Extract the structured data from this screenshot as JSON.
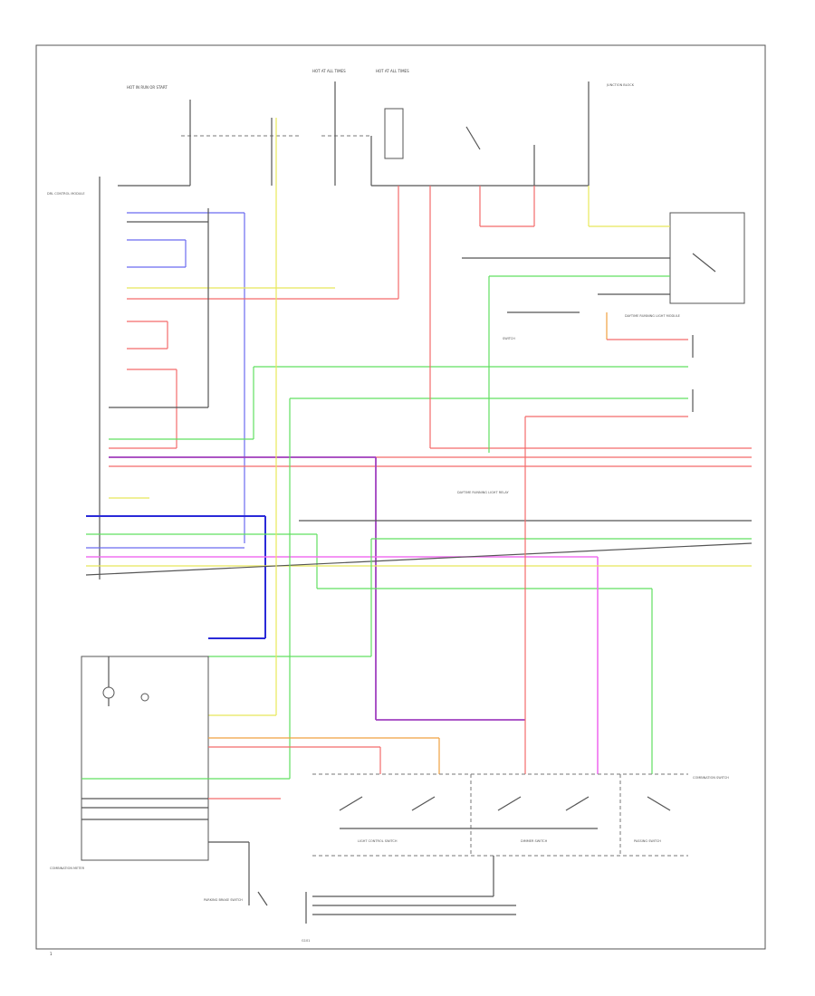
{
  "labels": {
    "hot_in_run_left": "HOT IN RUN OR START",
    "hot_at_all_times": "HOT AT ALL TIMES",
    "hot_at_all_times_2": "HOT AT ALL TIMES",
    "relay_box": "DAYTIME RUNNING LIGHT RELAY",
    "junction_right": "JUNCTION BLOCK",
    "left_connector_block": "DRL CONTROL MODULE",
    "mid_connector": "SWITCH",
    "daytime_module": "DAYTIME RUNNING LIGHT MODULE",
    "parking_brake": "PARKING BRAKE SWITCH",
    "combination_meter": "COMBINATION METER",
    "combination_switch": "COMBINATION SWITCH",
    "light_control_switch": "LIGHT CONTROL SWITCH",
    "dimmer_switch": "DIMMER SWITCH",
    "passing_switch": "PASSING SWITCH",
    "ground": "G101",
    "footer": "1"
  },
  "colors": {
    "red": "#f36b6b",
    "blue": "#6a6af0",
    "dark_blue": "#2a2ad8",
    "yellow": "#e8e85a",
    "green": "#60e060",
    "pink": "#f070f0",
    "violet": "#a040c0",
    "orange": "#f0a040",
    "black": "#555555"
  }
}
